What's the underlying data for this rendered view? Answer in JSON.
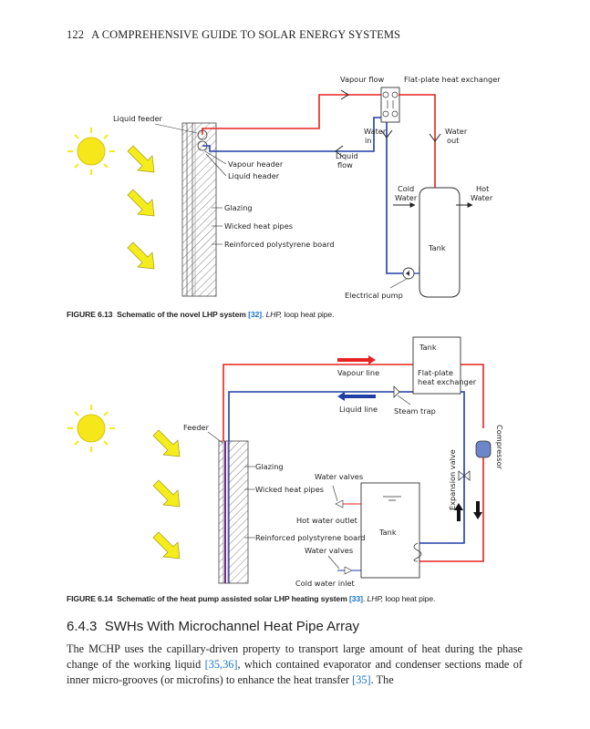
{
  "header": {
    "page_number": "122",
    "title": "A COMPREHENSIVE GUIDE TO SOLAR ENERGY SYSTEMS"
  },
  "figure1": {
    "labels": {
      "liquid_feeder": "Liquid feeder",
      "vapour_flow": "Vapour flow",
      "flat_plate_hx": "Flat-plate heat exchanger",
      "water": "Water",
      "in": "in",
      "out": "out",
      "liquid": "Liquid",
      "flow": "flow",
      "vapour_header": "Vapour header",
      "liquid_header": "Liquid header",
      "glazing": "Glazing",
      "wicked_heat_pipes": "Wicked heat pipes",
      "reinforced_board": "Reinforced polystyrene board",
      "cold": "Cold",
      "hot": "Hot",
      "tank": "Tank",
      "electrical_pump": "Electrical pump"
    },
    "caption": {
      "label": "FIGURE 6.13",
      "text": "Schematic of the novel LHP system",
      "ref": "[32]",
      "tail": ".",
      "abbr": "LHP,",
      "abbr_def": "loop heat pipe."
    }
  },
  "figure2": {
    "labels": {
      "tank_top": "Tank",
      "vapour_line": "Vapour line",
      "flat_plate": "Flat-plate",
      "heat_exchanger": "heat exchanger",
      "liquid_line": "Liquid line",
      "steam_trap": "Steam trap",
      "feeder": "Feeder",
      "compressor": "Compressor",
      "expansion_valve": "Expansion valve",
      "glazing": "Glazing",
      "water_valves_1": "Water valves",
      "wicked_heat_pipes": "Wicked heat pipes",
      "hot_water_outlet": "Hot water outlet",
      "tank": "Tank",
      "reinforced_board": "Reinforced polystyrene board",
      "water_valves_2": "Water valves",
      "cold_water_inlet": "Cold water inlet"
    },
    "caption": {
      "label": "FIGURE 6.14",
      "text": "Schematic of the heat pump assisted solar LHP heating system",
      "ref": "[33]",
      "tail": ".",
      "abbr": "LHP,",
      "abbr_def": "loop heat pipe."
    }
  },
  "section": {
    "number": "6.4.3",
    "title": "SWHs With Microchannel Heat Pipe Array"
  },
  "paragraph": {
    "part1": "The MCHP uses the capillary-driven property to transport large amount of heat during the phase change of the working liquid ",
    "ref1": "[35,36]",
    "part2": ", which contained evaporator and condenser sections made of inner micro-grooves (or microfins) to enhance the heat transfer ",
    "ref2": "[35]",
    "part3": ". The"
  },
  "colors": {
    "hot_line": "#e8231f",
    "cold_line": "#1f3fa6",
    "sun": "#f5e71a",
    "ray": "#f2ec18",
    "ref": "#1a73c9"
  }
}
